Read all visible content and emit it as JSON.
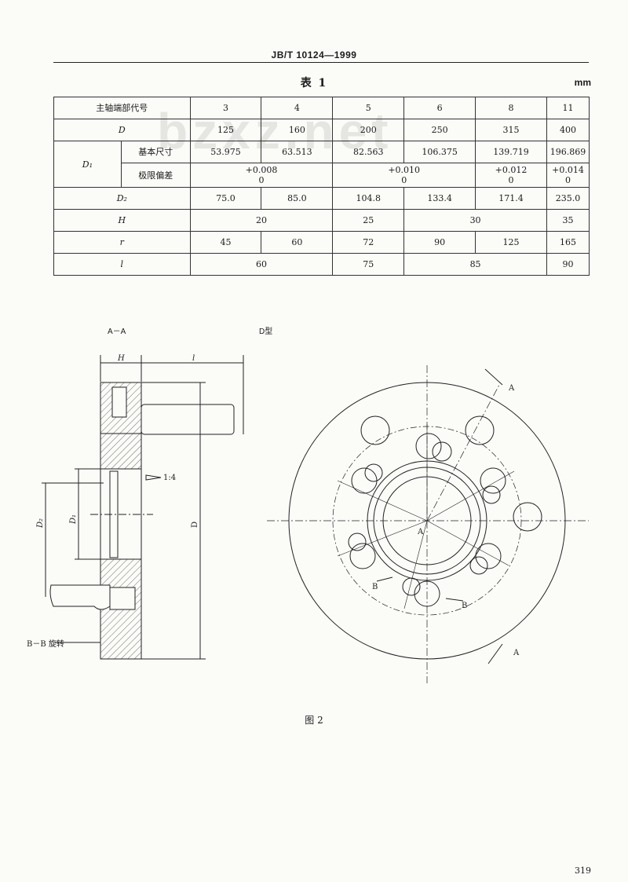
{
  "header": {
    "standard": "JB/T 10124—1999"
  },
  "table": {
    "caption": "表 1",
    "unit": "mm",
    "row_spindle": {
      "label": "主轴端部代号",
      "values": [
        "3",
        "4",
        "5",
        "6",
        "8",
        "11"
      ]
    },
    "row_D": {
      "label": "D",
      "values": [
        "125",
        "160",
        "200",
        "250",
        "315",
        "400"
      ]
    },
    "row_D1": {
      "label": "D₁",
      "basic": {
        "label": "基本尺寸",
        "values": [
          "53.975",
          "63.513",
          "82.563",
          "106.375",
          "139.719",
          "196.869"
        ]
      },
      "deviation": {
        "label": "极限偏差",
        "upper": [
          "+0.008",
          "+0.010",
          "+0.012",
          "+0.014"
        ],
        "lower": [
          "0",
          "0",
          "0",
          "0"
        ]
      }
    },
    "row_D2": {
      "label": "D₂",
      "values": [
        "75.0",
        "85.0",
        "104.8",
        "133.4",
        "171.4",
        "235.0"
      ]
    },
    "row_H": {
      "label": "H",
      "values": [
        "20",
        "25",
        "30",
        "35"
      ]
    },
    "row_r": {
      "label": "r",
      "values": [
        "45",
        "60",
        "72",
        "90",
        "125",
        "165"
      ]
    },
    "row_l": {
      "label": "l",
      "values": [
        "60",
        "75",
        "85",
        "90"
      ]
    }
  },
  "watermark": "bzxz.net",
  "drawing": {
    "section_label": "A－A",
    "type_label": "D型",
    "dim_H": "H",
    "dim_l": "l",
    "dim_D": "D",
    "dim_D1": "D₁",
    "dim_D2": "D₂",
    "taper": "1:4",
    "rotated_note": "B－B 旋转",
    "mark_A": "A",
    "mark_B": "B"
  },
  "figure_caption": "图 2",
  "page_number": "319"
}
